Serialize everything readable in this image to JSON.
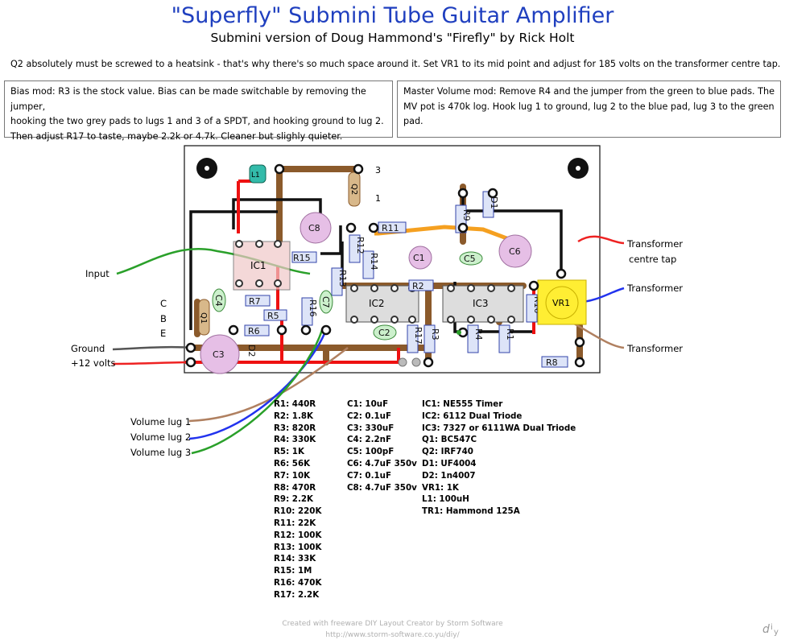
{
  "header": {
    "title": "\"Superfly\" Submini Tube Guitar Amplifier",
    "subtitle": "Submini version of Doug Hammond's \"Firefly\" by Rick Holt"
  },
  "top_note": "Q2 absolutely must be screwed to a heatsink - that's why there's so much space around it.  Set VR1 to its mid point and adjust for 185 volts on the transformer centre tap.",
  "notes": {
    "bias": [
      "Bias mod: R3 is the stock value. Bias can be made switchable by removing the jumper,",
      "hooking the two grey pads to lugs 1 and 3 of a SPDT, and hooking ground to lug 2.",
      "Then adjust R17 to taste, maybe 2.2k or 4.7k. Cleaner but slighly quieter."
    ],
    "master_volume": [
      "Master Volume mod: Remove R4 and the jumper from the green to blue pads. The",
      "MV pot is 470k log. Hook lug 1 to ground, lug 2 to the blue pad, lug 3 to the green pad."
    ]
  },
  "connections": {
    "input": "Input",
    "ground": "Ground",
    "plus12": "+12 volts",
    "c": "C",
    "b": "B",
    "e": "E",
    "vol_lug_1": "Volume lug 1",
    "vol_lug_2": "Volume lug 2",
    "vol_lug_3": "Volume lug 3",
    "tr_centre_1": "Transformer",
    "tr_centre_2": "centre tap",
    "tr_2": "Transformer",
    "tr_3": "Transformer",
    "lead_3": "3",
    "lead_1": "1"
  },
  "board_labels": {
    "ic1": "IC1",
    "ic2": "IC2",
    "ic3": "IC3",
    "c1": "C1",
    "c2": "C2",
    "c3": "C3",
    "c4": "C4",
    "c5": "C5",
    "c6": "C6",
    "c7": "C7",
    "c8": "C8",
    "q1": "Q1",
    "q2": "Q2",
    "d1": "D1",
    "d2": "D2",
    "l1": "L1",
    "vr1": "VR1",
    "r1": "R1",
    "r2": "R2",
    "r3": "R3",
    "r4": "R4",
    "r5": "R5",
    "r6": "R6",
    "r7": "R7",
    "r8": "R8",
    "r9": "R9",
    "r10": "R10",
    "r11": "R11",
    "r12": "R12",
    "r13": "R13",
    "r14": "R14",
    "r15": "R15",
    "r16": "R16",
    "r17": "R17"
  },
  "parts": {
    "resistors": [
      "R1: 440R",
      "R2: 1.8K",
      "R3: 820R",
      "R4: 330K",
      "R5: 1K",
      "R6: 56K",
      "R7: 10K",
      "R8: 470R",
      "R9: 2.2K",
      "R10: 220K",
      "R11: 22K",
      "R12: 100K",
      "R13: 100K",
      "R14: 33K",
      "R15: 1M",
      "R16: 470K",
      "R17: 2.2K"
    ],
    "capacitors": [
      "C1: 10uF",
      "C2: 0.1uF",
      "C3: 330uF",
      "C4: 2.2nF",
      "C5: 100pF",
      "C6: 4.7uF 350v",
      "C7: 0.1uF",
      "C8: 4.7uF 350v"
    ],
    "others": [
      "IC1: NE555 Timer",
      "IC2: 6112 Dual Triode",
      "IC3: 7327 or 6111WA Dual Triode",
      "Q1: BC547C",
      "Q2: IRF740",
      "D1: UF4004",
      "D2: 1n4007",
      "VR1: 1K",
      "L1: 100uH",
      "TR1: Hammond 125A"
    ]
  },
  "footer": {
    "line1": "Created with freeware DIY Layout Creator by Storm Software",
    "line2": "http://www.storm-software.co.yu/diy/"
  },
  "colors": {
    "title": "#1f3fbf",
    "trace": "#8B5A2B",
    "red_wire": "#ee1111",
    "black_wire": "#111111",
    "orange_wire": "#f5a020",
    "resistor": "#dde4f8",
    "electrolytic": "#e6bfe6",
    "film_cap": "#ccf0cc",
    "vr1": "#ffee33"
  }
}
